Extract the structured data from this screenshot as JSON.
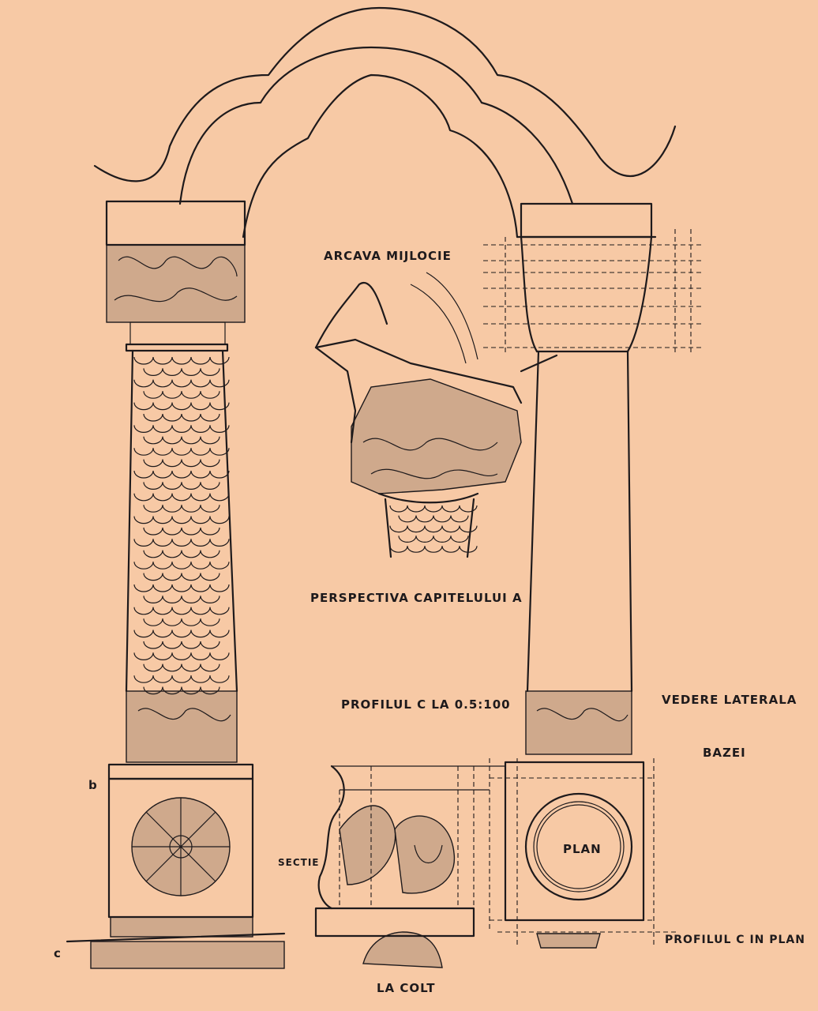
{
  "labels": {
    "arcada": "ARCAVA MIJLOCIE",
    "perspectiva": "PERSPECTIVA CAPITELULUI A",
    "profilul_c": "PROFILUL C LA 0.5:100",
    "vedere_laterala": "VEDERE LATERALA",
    "bazei": "BAZEI",
    "sectie": "SECTIE",
    "plan": "PLAN",
    "profilul_in_plan": "PROFILUL C IN PLAN",
    "la_colt": "LA COLT",
    "mark_b": "b",
    "mark_c": "c"
  },
  "colors": {
    "paper": "#f7c9a5",
    "ink": "#1e1a1c"
  }
}
